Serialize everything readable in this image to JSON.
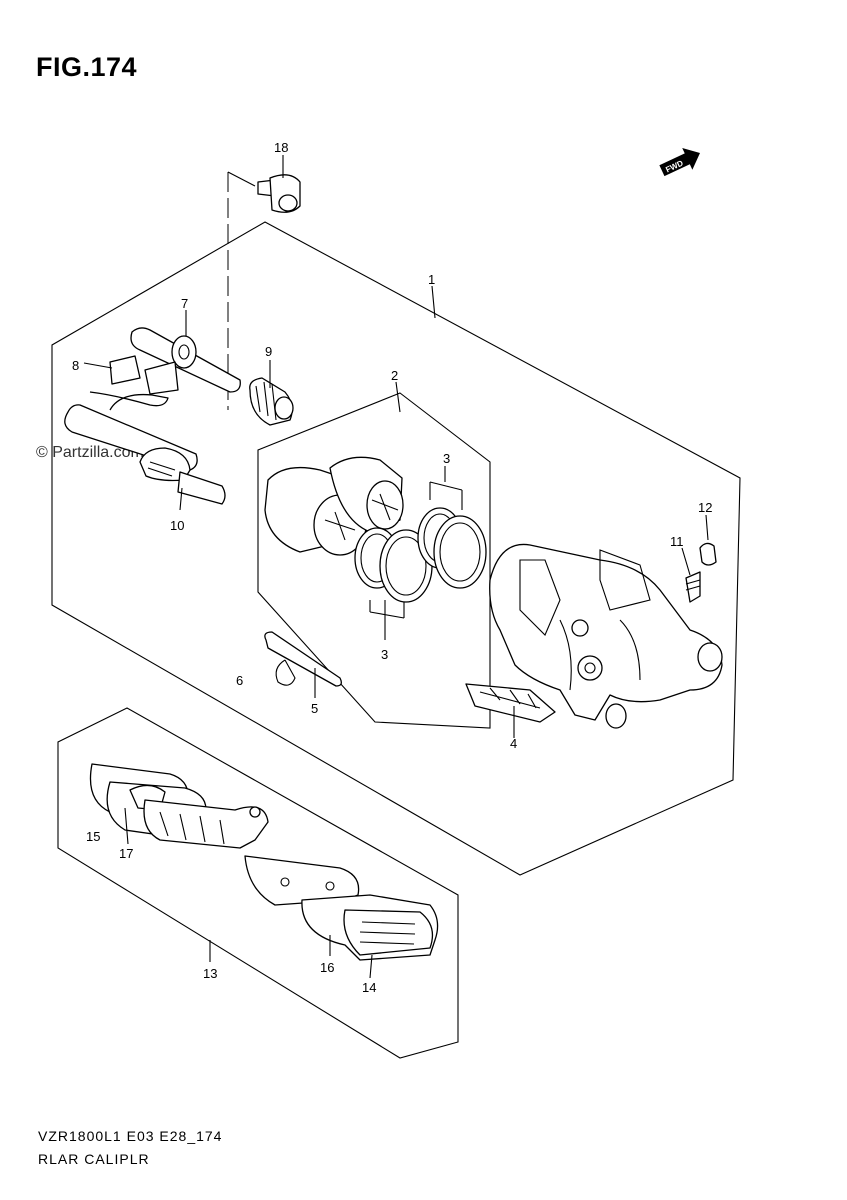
{
  "header": {
    "title": "FIG.174",
    "watermark": "© Partzilla.com"
  },
  "footer": {
    "model_code": "VZR1800L1 E03 E28_174",
    "section_name": "RLAR CALIPLR"
  },
  "fwd_badge": "FWD",
  "callouts": [
    {
      "id": "c-18",
      "label": "18"
    },
    {
      "id": "c-1",
      "label": "1"
    },
    {
      "id": "c-7",
      "label": "7"
    },
    {
      "id": "c-9",
      "label": "9"
    },
    {
      "id": "c-8",
      "label": "8"
    },
    {
      "id": "c-2",
      "label": "2"
    },
    {
      "id": "c-3a",
      "label": "3"
    },
    {
      "id": "c-10",
      "label": "10"
    },
    {
      "id": "c-12",
      "label": "12"
    },
    {
      "id": "c-11",
      "label": "11"
    },
    {
      "id": "c-3b",
      "label": "3"
    },
    {
      "id": "c-6",
      "label": "6"
    },
    {
      "id": "c-5",
      "label": "5"
    },
    {
      "id": "c-4",
      "label": "4"
    },
    {
      "id": "c-15",
      "label": "15"
    },
    {
      "id": "c-17",
      "label": "17"
    },
    {
      "id": "c-13",
      "label": "13"
    },
    {
      "id": "c-16",
      "label": "16"
    },
    {
      "id": "c-14",
      "label": "14"
    }
  ]
}
